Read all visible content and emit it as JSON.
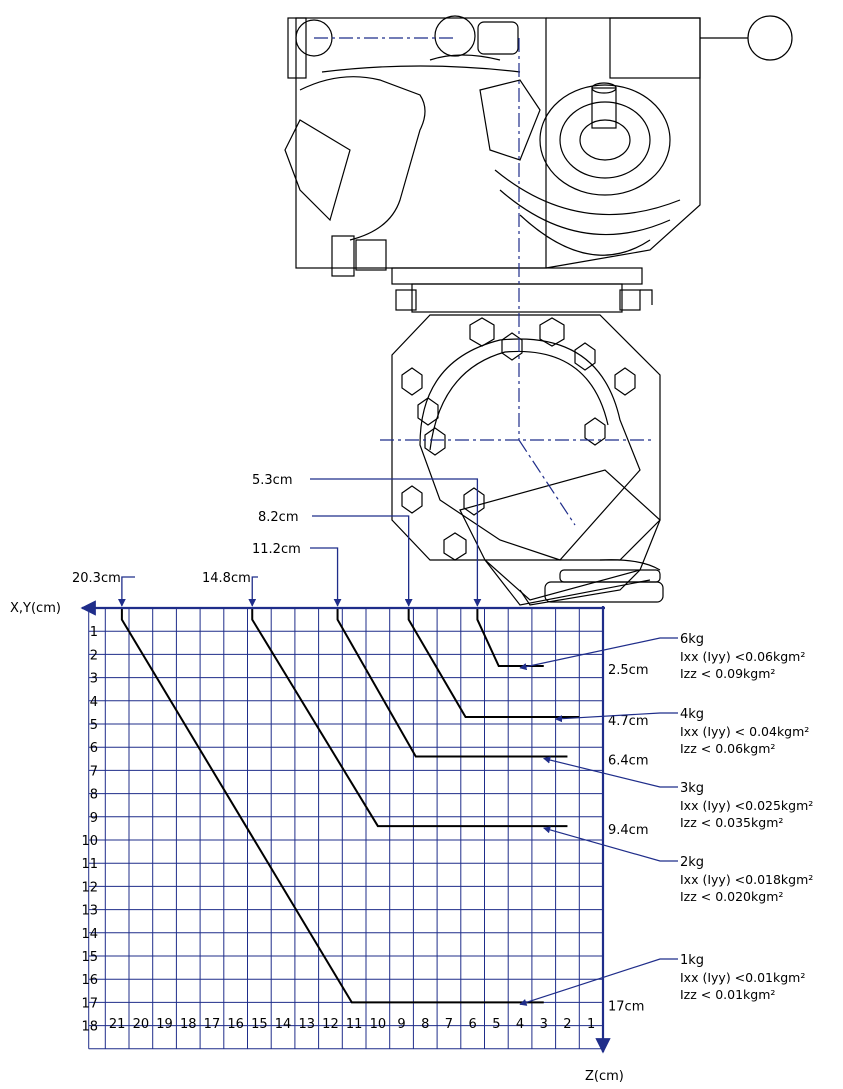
{
  "axes": {
    "x_label": "X,Y(cm)",
    "z_label": "Z(cm)",
    "x_ticks": [
      "1",
      "2",
      "3",
      "4",
      "5",
      "6",
      "7",
      "8",
      "9",
      "10",
      "11",
      "12",
      "13",
      "14",
      "15",
      "16",
      "17",
      "18"
    ],
    "z_ticks": [
      "21",
      "20",
      "19",
      "18",
      "17",
      "16",
      "15",
      "14",
      "13",
      "12",
      "11",
      "10",
      "9",
      "8",
      "7",
      "6",
      "5",
      "4",
      "3",
      "2",
      "1"
    ]
  },
  "chart_data": {
    "type": "line",
    "xlabel": "Z(cm)",
    "ylabel": "X,Y(cm)",
    "xlim": [
      0,
      22
    ],
    "ylim": [
      0,
      19
    ],
    "x_reversed": true,
    "y_reversed": true,
    "series": [
      {
        "name": "6kg",
        "z_offset": "5.3cm",
        "xy_offset": "2.5cm",
        "points": [
          [
            5.3,
            0
          ],
          [
            5.3,
            0.5
          ],
          [
            4.4,
            2.5
          ],
          [
            2.5,
            2.5
          ]
        ],
        "ixx": "Ixx (Iyy) <0.06kgm²",
        "izz": "Izz < 0.09kgm²"
      },
      {
        "name": "4kg",
        "z_offset": "8.2cm",
        "xy_offset": "4.7cm",
        "points": [
          [
            8.2,
            0
          ],
          [
            8.2,
            0.5
          ],
          [
            5.8,
            4.7
          ],
          [
            1.0,
            4.7
          ]
        ],
        "ixx": "Ixx (Iyy) < 0.04kgm²",
        "izz": "Izz < 0.06kgm²"
      },
      {
        "name": "3kg",
        "z_offset": "11.2cm",
        "xy_offset": "6.4cm",
        "points": [
          [
            11.2,
            0
          ],
          [
            11.2,
            0.5
          ],
          [
            7.9,
            6.4
          ],
          [
            1.5,
            6.4
          ]
        ],
        "ixx": "Ixx (Iyy) <0.025kgm²",
        "izz": "Izz < 0.035kgm²"
      },
      {
        "name": "2kg",
        "z_offset": "14.8cm",
        "xy_offset": "9.4cm",
        "points": [
          [
            14.8,
            0
          ],
          [
            14.8,
            0.5
          ],
          [
            9.5,
            9.4
          ],
          [
            1.5,
            9.4
          ]
        ],
        "ixx": "Ixx (Iyy) <0.018kgm²",
        "izz": "Izz < 0.020kgm²"
      },
      {
        "name": "1kg",
        "z_offset": "20.3cm",
        "xy_offset": "17cm",
        "points": [
          [
            20.3,
            0
          ],
          [
            20.3,
            0.5
          ],
          [
            10.6,
            17
          ],
          [
            2.5,
            17
          ]
        ],
        "ixx": "Ixx (Iyy) <0.01kgm²",
        "izz": "Izz < 0.01kgm²"
      }
    ]
  }
}
